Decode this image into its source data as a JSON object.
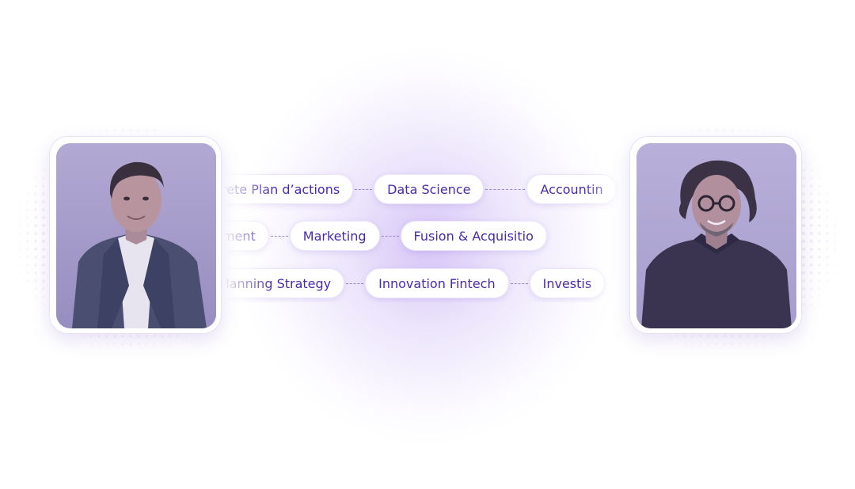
{
  "skills": {
    "row1": [
      "ncrete Plan d’actions",
      "Data Science",
      "Accountin"
    ],
    "row2": [
      "nagement",
      "Marketing",
      "Fusion & Acquisitio"
    ],
    "row3": [
      "x Planning Strategy",
      "Innovation Fintech",
      "Investis"
    ]
  },
  "icons": {
    "left_person": "person-photo-man-in-blazer",
    "right_person": "person-photo-man-with-glasses"
  },
  "colors": {
    "accent": "#4a2aa8",
    "photo_tint": "#a39ac6",
    "glow": "#b496f0"
  }
}
